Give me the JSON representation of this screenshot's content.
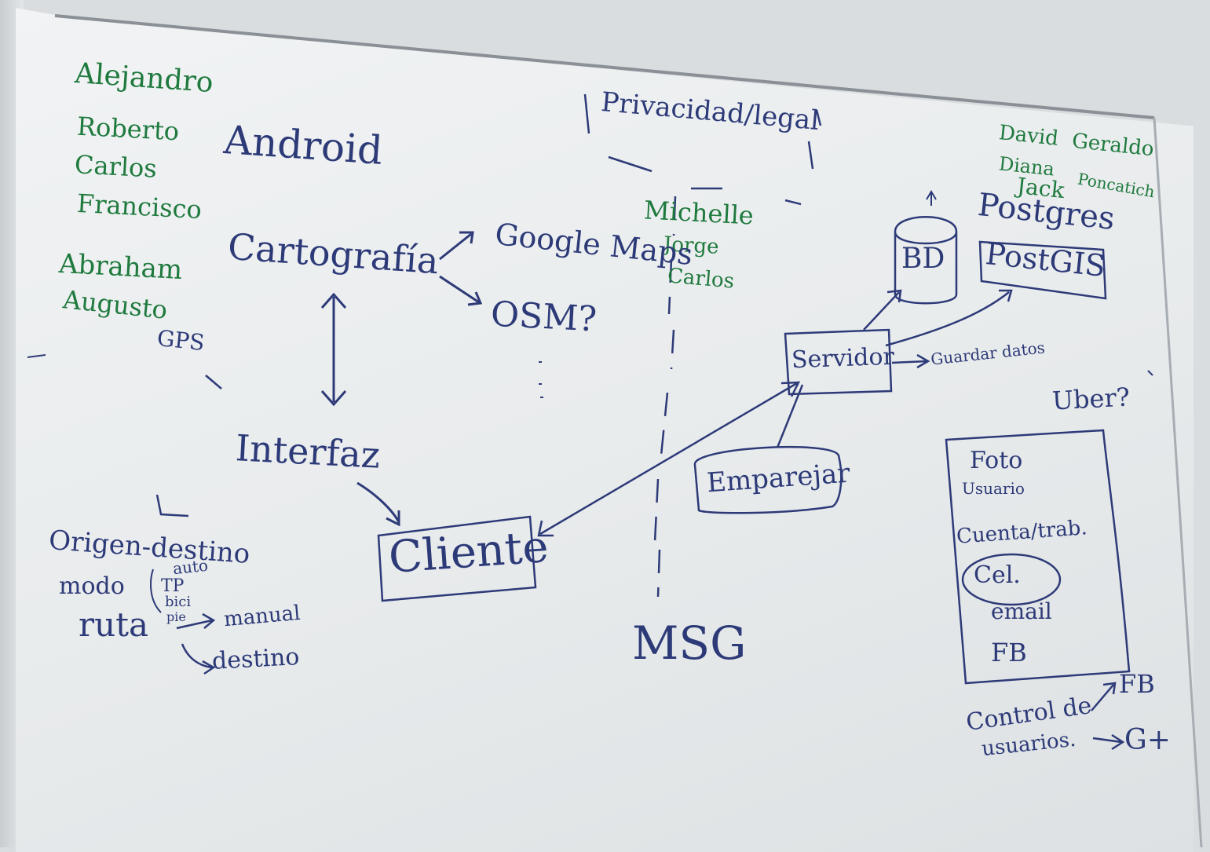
{
  "colors": {
    "blue_marker": "#2d3a78",
    "green_marker": "#1f7a3e"
  },
  "names_top_left": [
    "Alejandro",
    "Roberto",
    "Carlos",
    "Francisco"
  ],
  "names_left_mid": [
    "Abraham",
    "Augusto"
  ],
  "names_center": [
    "Michelle",
    "Jorge",
    "Carlos"
  ],
  "names_top_right": [
    "David",
    "Diana",
    "Geraldo",
    "Jack",
    "Poncatich"
  ],
  "diagram": {
    "android": "Android",
    "privacy": "Privacidad/legal",
    "cartografia": "Cartografía",
    "google_maps": "Google Maps",
    "osm": "OSM?",
    "gps": "GPS",
    "interfaz": "Interfaz",
    "cliente": "Cliente",
    "servidor": "Servidor",
    "guardar_datos": "Guardar datos",
    "emparejar": "Emparejar",
    "bd": "BD",
    "postgres": "Postgres",
    "postgis": "PostGIS",
    "msg": "MSG",
    "uber": "Uber?",
    "origen_destino": "Origen-destino",
    "modo": "modo",
    "modo_options": [
      "auto",
      "TP",
      "bici",
      "pie"
    ],
    "ruta": "ruta",
    "manual": "manual",
    "destino": "destino",
    "profile_box": [
      "Foto",
      "Usuario",
      "Cuenta/trab.",
      "Cel.",
      "email",
      "FB"
    ],
    "control": [
      "Control de",
      "usuarios."
    ],
    "control_targets": [
      "FB",
      "G+"
    ]
  }
}
